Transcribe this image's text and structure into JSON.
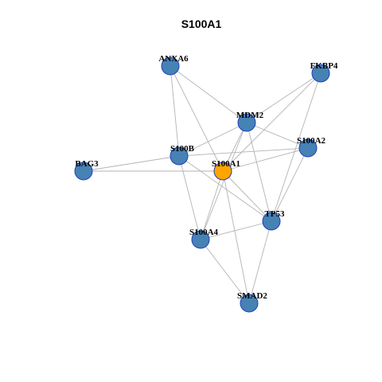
{
  "title": "S100A1",
  "colors": {
    "default_node": "#4682b4",
    "hub_node": "#ffa500",
    "node_border": "#1f3fbf",
    "edge": "#b3b3b3",
    "background": "#ffffff"
  },
  "network": {
    "hub": "S100A1",
    "nodes": [
      "ANXA6",
      "FKBP4",
      "MDM2",
      "S100A2",
      "S100B",
      "BAG3",
      "S100A1",
      "TP53",
      "S100A4",
      "SMAD2"
    ],
    "edges": [
      [
        "ANXA6",
        "MDM2"
      ],
      [
        "ANXA6",
        "S100B"
      ],
      [
        "ANXA6",
        "S100A1"
      ],
      [
        "FKBP4",
        "MDM2"
      ],
      [
        "FKBP4",
        "S100A1"
      ],
      [
        "FKBP4",
        "TP53"
      ],
      [
        "MDM2",
        "S100A2"
      ],
      [
        "MDM2",
        "S100B"
      ],
      [
        "MDM2",
        "S100A1"
      ],
      [
        "MDM2",
        "S100A4"
      ],
      [
        "MDM2",
        "TP53"
      ],
      [
        "S100A2",
        "S100B"
      ],
      [
        "S100A2",
        "S100A1"
      ],
      [
        "S100A2",
        "TP53"
      ],
      [
        "S100B",
        "BAG3"
      ],
      [
        "S100B",
        "TP53"
      ],
      [
        "S100B",
        "S100A4"
      ],
      [
        "BAG3",
        "S100A1"
      ],
      [
        "S100A1",
        "TP53"
      ],
      [
        "S100A1",
        "S100A4"
      ],
      [
        "S100A1",
        "SMAD2"
      ],
      [
        "TP53",
        "S100A4"
      ],
      [
        "TP53",
        "SMAD2"
      ],
      [
        "S100A4",
        "SMAD2"
      ]
    ]
  }
}
